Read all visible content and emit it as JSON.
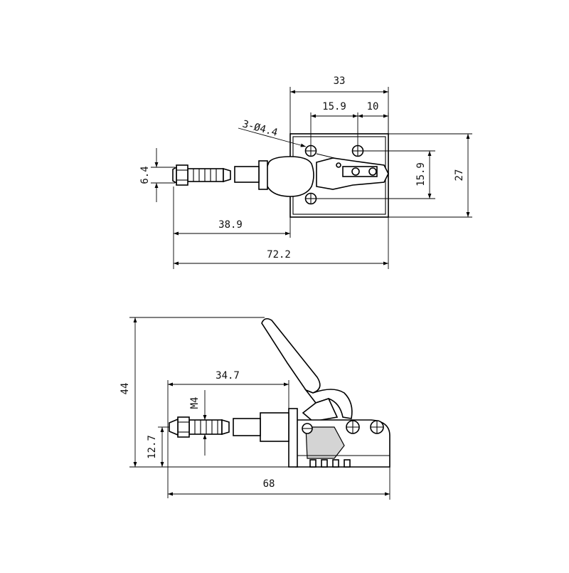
{
  "top_view": {
    "dim_overall_width": "33",
    "dim_hole_spacing_left": "15.9",
    "dim_hole_spacing_right": "10",
    "dim_holes_callout": "3-Ø4.4",
    "dim_hole_vertical": "15.9",
    "dim_base_height": "27",
    "dim_rod_diameter": "6.4",
    "dim_rod_extension": "38.9",
    "dim_total_length": "72.2"
  },
  "side_view": {
    "dim_total_height": "44",
    "dim_thread_to_base": "34.7",
    "dim_thread_size": "M4",
    "dim_axis_height": "12.7",
    "dim_total_length": "68"
  }
}
